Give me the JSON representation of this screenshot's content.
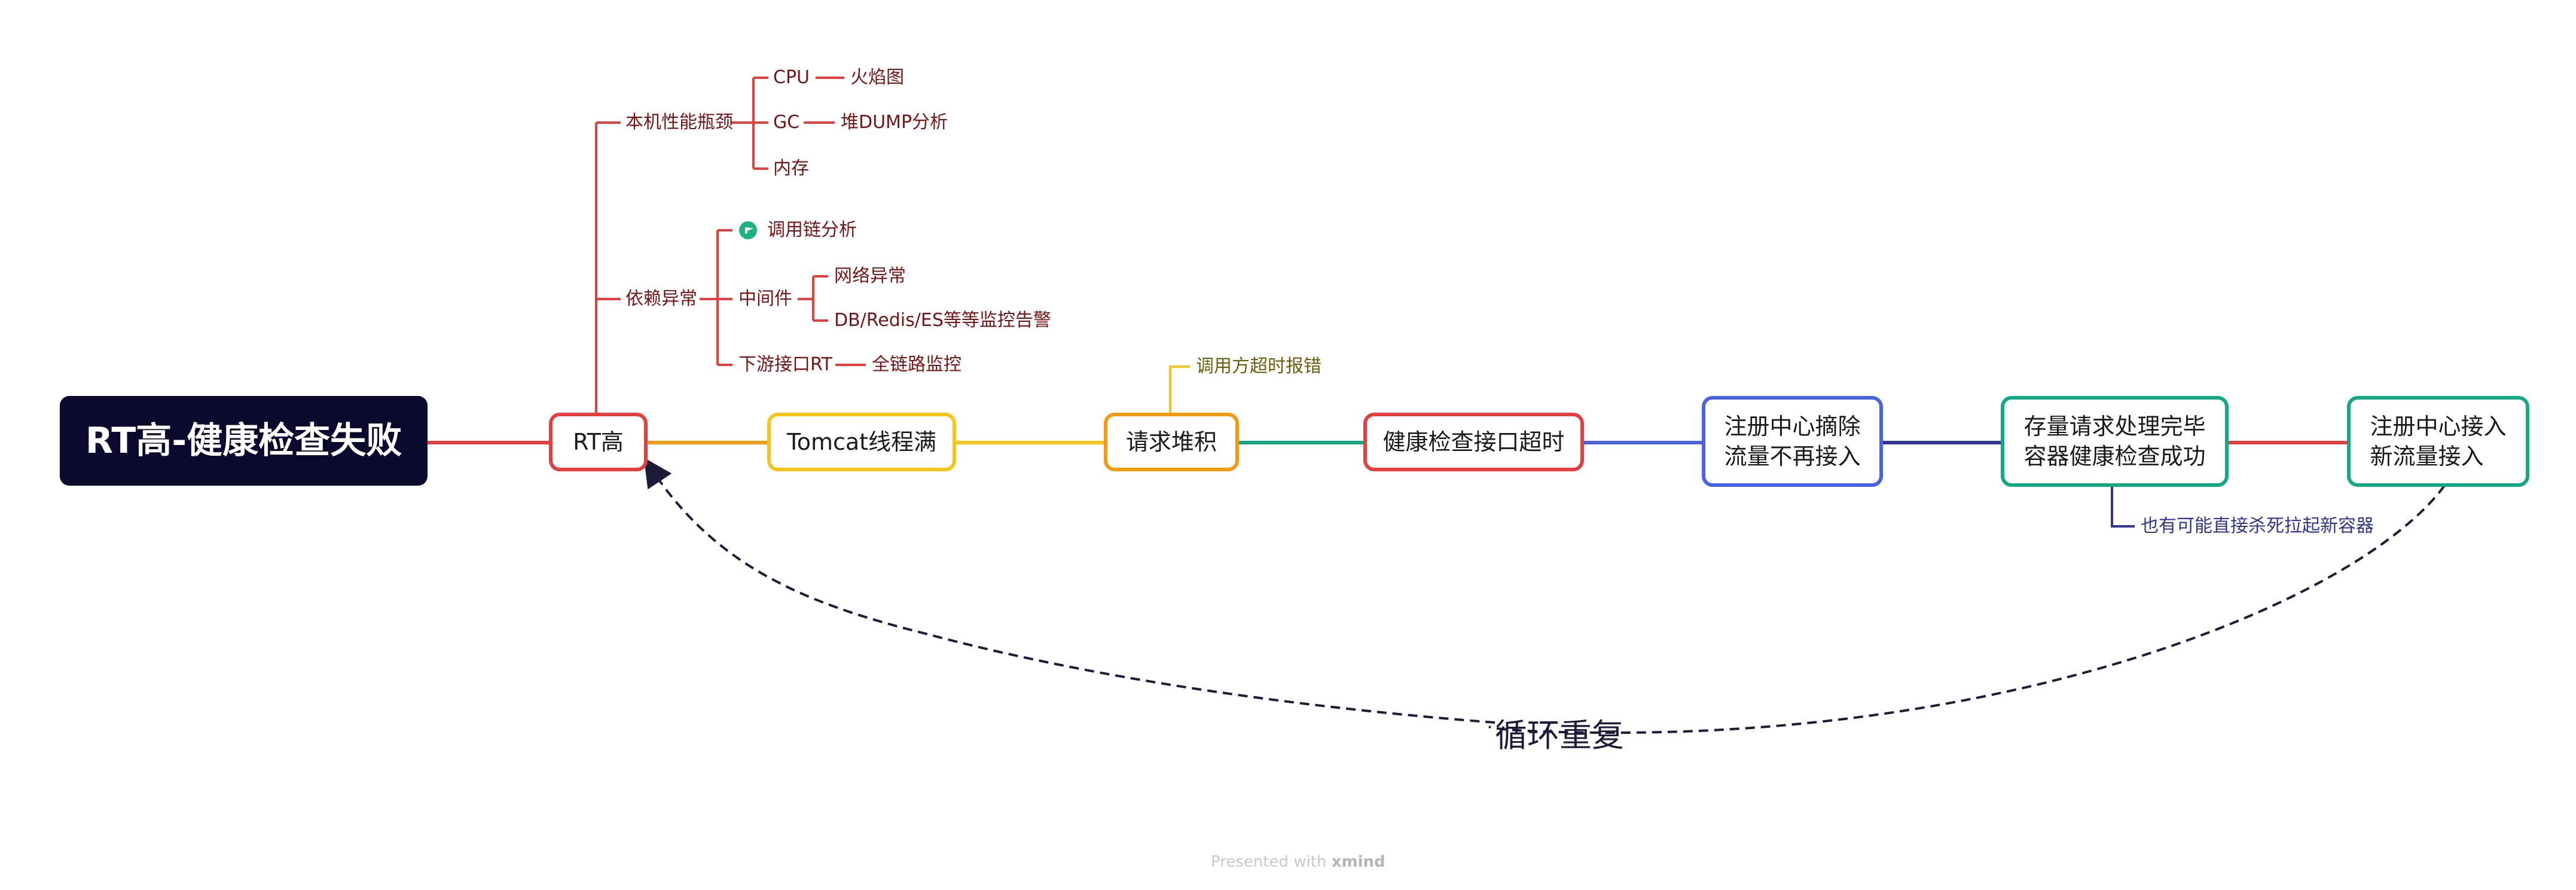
{
  "root": {
    "label": "RT高-健康检查失败"
  },
  "chain": [
    {
      "id": "rt",
      "label": "RT高",
      "color": "#e53e3e"
    },
    {
      "id": "tomcat",
      "label": "Tomcat线程满",
      "color": "#f5c518"
    },
    {
      "id": "backlog",
      "label": "请求堆积",
      "color": "#f59a10"
    },
    {
      "id": "hc",
      "label": "健康检查接口超时",
      "color": "#e53e3e"
    },
    {
      "id": "deregister",
      "label": "注册中心摘除\n流量不再接入",
      "color": "#4a63e6"
    },
    {
      "id": "drain",
      "label": "存量请求处理完毕\n容器健康检查成功",
      "color": "#13a987"
    },
    {
      "id": "register",
      "label": "注册中心接入\n新流量接入",
      "color": "#13a987"
    }
  ],
  "causes": {
    "perf": {
      "label": "本机性能瓶颈",
      "items": [
        {
          "label": "CPU",
          "child": "火焰图"
        },
        {
          "label": "GC",
          "child": "堆DUMP分析"
        },
        {
          "label": "内存"
        }
      ]
    },
    "dependency": {
      "label": "依赖异常",
      "items": [
        {
          "label": "调用链分析",
          "icon": "flag-icon"
        },
        {
          "label": "中间件",
          "children": [
            "网络异常",
            "DB/Redis/ES等等监控告警"
          ]
        },
        {
          "label": "下游接口RT",
          "child": "全链路监控"
        }
      ]
    }
  },
  "notes": {
    "caller_timeout": "调用方超时报错",
    "container_kill": "也有可能直接杀死拉起新容器"
  },
  "loop_label": "循环重复",
  "footer": {
    "prefix": "Presented with",
    "brand": "xmind"
  },
  "colors": {
    "branch_red": "#e53e3e",
    "label_dark_red": "#7a1414",
    "root_bg": "#0b0a2e",
    "note_olive": "#6e5e0c",
    "note_blue": "#2e3592"
  }
}
